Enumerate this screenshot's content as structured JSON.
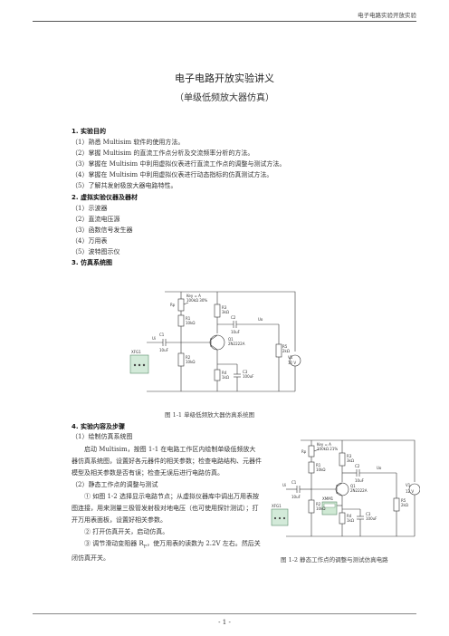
{
  "header": {
    "running_title": "电子电路实验开放实验"
  },
  "title": "电子电路开放实验讲义",
  "subtitle": "（单级低频放大器仿真）",
  "section1": {
    "heading": "1. 实验目的",
    "items": [
      "（1）熟悉 Multisim 软件的使用方法。",
      "（2）掌握 Multisim 的直流工作点分析及交流频率分析的方法。",
      "（3）掌握在 Multisim 中利用虚拟仪表进行直流工作点的调整与测试方法。",
      "（4）掌握在 Multisim 中利用虚拟仪表进行动态指标的仿真测试方法。",
      "（5）了解共发射极放大器电路特性。"
    ]
  },
  "section2": {
    "heading": "2. 虚拟实验仪器及器材",
    "items": [
      "（1）示波器",
      "（2）直流电压源",
      "（3）函数信号发生器",
      "（4）万用表",
      "（5）波特图示仪"
    ]
  },
  "section3": {
    "heading": "3. 仿真系统图"
  },
  "figure1": {
    "caption": "图 1-1   单级低频放大器仿真系统图",
    "labels": {
      "rp": "Rp",
      "rp_name": "Key = A",
      "rp_value": "100kΩ 30%",
      "r1": "R1",
      "r1_value": "10kΩ",
      "r2": "R2",
      "r2_value": "10kΩ",
      "r3": "R3",
      "r3_value": "3kΩ",
      "r4": "R4",
      "r4_value": "1kΩ",
      "r5": "R5",
      "r5_value": "2kΩ",
      "c1": "C1",
      "c1_value": "10uF",
      "c2": "C2",
      "c2_value": "10uF",
      "c3": "C3",
      "c3_value": "100uF",
      "q1": "Q1",
      "q1_model": "2N2222A",
      "v1": "V1",
      "v1_value": "12 V",
      "ui": "Ui",
      "uo": "Uo",
      "xfg": "XFG1"
    }
  },
  "section4": {
    "heading": "4. 实验内容及步骤",
    "sub1": "（1）绘制仿真系统图",
    "para1": "启动 Multisim，按图 1-1 在电路工作区内绘制单级低频放大器仿真系统图，设置好各元器件的相关参数；检查电路结构、元器件模型及相关参数是否有误；检查无误后进行电路仿真。",
    "sub2": "（2）静态工作点的调整与测试",
    "step1": "① 如图 1-2 选择显示电路节点；从虚拟仪器库中调出万用表按图连接，用来测量三极管发射极对地电压（也可使用探针测试）；打开万用表面板，设置好相关参数。",
    "step2": "② 打开仿真开关，启动仿真。",
    "step3_pre": "③ 调节滑动变阻器 R",
    "step3_sub": "P",
    "step3_post": "，使万用表的读数为 2.2V 左右。然后关闭仿真开关。"
  },
  "figure2": {
    "caption": "图 1-2   静态工作点的调整与测试仿真电路",
    "labels": {
      "rp": "Rp",
      "rp_name": "Key = A",
      "rp_value": "100kΩ 21%",
      "r1": "R1",
      "r1_value": "10kΩ",
      "r2": "R2",
      "r2_value": "10kΩ",
      "r3": "R3",
      "r3_value": "3kΩ",
      "r4": "R4",
      "r4_value": "1kΩ",
      "r5": "R5",
      "r5_value": "2kΩ",
      "c1": "C1",
      "c1_value": "10uF",
      "c2": "C2",
      "c2_value": "10uF",
      "c3": "C3",
      "c3_value": "100uF",
      "q1": "Q1",
      "q1_model": "2N2222A",
      "v1": "V1",
      "v1_value": "12 V",
      "ui": "Ui",
      "uo": "Uo",
      "xfg": "XFG1",
      "xmm": "XMM1"
    }
  },
  "footer": {
    "page_number": "- 1 -"
  }
}
